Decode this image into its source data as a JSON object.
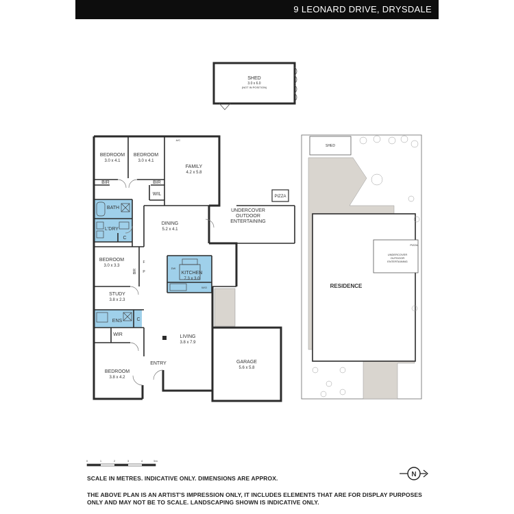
{
  "header": {
    "title": "9 LEONARD DRIVE, DRYSDALE"
  },
  "shed": {
    "name": "SHED",
    "dims": "3.0 x 6.0",
    "note": "(NOT IN POSITION)"
  },
  "rooms": {
    "bedroom1": {
      "name": "BEDROOM",
      "dims": "3.0 x 4.1"
    },
    "bedroom2": {
      "name": "BEDROOM",
      "dims": "3.0 x 4.1"
    },
    "family": {
      "name": "FAMILY",
      "dims": "4.2 x 5.8"
    },
    "ac": "A/C",
    "bir1": "BIR",
    "bir2": "BIR",
    "wil": "WIL",
    "bath": "BATH",
    "ldry": "L'DRY",
    "c1": "C",
    "dining": {
      "name": "DINING",
      "dims": "5.2 x 4.1"
    },
    "undercover": {
      "line1": "UNDERCOVER",
      "line2": "OUTDOOR",
      "line3": "ENTERTAINING"
    },
    "pizza": "PIZZA",
    "bedroom3": {
      "name": "BEDROOM",
      "dims": "3.0 x 3.3"
    },
    "bir3": "BIR",
    "f": "F",
    "p": "P",
    "kitchen": {
      "name": "KITCHEN",
      "dims": "7.3 x 3.0"
    },
    "dw": "DW",
    "wo": "W/O",
    "study": {
      "name": "STUDY",
      "dims": "3.8 x 2.3"
    },
    "ens": "ENS",
    "c2": "C",
    "wir": "WIR",
    "living": {
      "name": "LIVING",
      "dims": "3.8 x 7.9"
    },
    "garage": {
      "name": "GARAGE",
      "dims": "5.6 x 5.8"
    },
    "bedroom4": {
      "name": "BEDROOM",
      "dims": "3.8 x 4.2"
    },
    "entry": "ENTRY"
  },
  "site": {
    "shed": "SHED",
    "residence": "RESIDENCE",
    "pizza": "PIZZA",
    "undercover": {
      "line1": "UNDERCOVER",
      "line2": "OUTDOOR",
      "line3": "ENTERTAINING"
    }
  },
  "scale": {
    "ticks": [
      "0",
      "1",
      "2",
      "3",
      "4",
      "5m"
    ]
  },
  "compass": {
    "label": "N"
  },
  "notes": {
    "scale_note": "SCALE IN METRES. INDICATIVE ONLY. DIMENSIONS ARE APPROX.",
    "disclaimer_line1": "THE ABOVE PLAN IS AN ARTIST'S IMPRESSION ONLY, IT INCLUDES ELEMENTS THAT ARE FOR DISPLAY PURPOSES",
    "disclaimer_line2": "ONLY AND MAY NOT BE TO SCALE. LANDSCAPING SHOWN IS INDICATIVE ONLY."
  },
  "colors": {
    "wet_area": "#9fd0ea",
    "walls": "#2b2b2b",
    "landscape": "#d9d5cf",
    "header_bg": "#0d0d0d"
  }
}
